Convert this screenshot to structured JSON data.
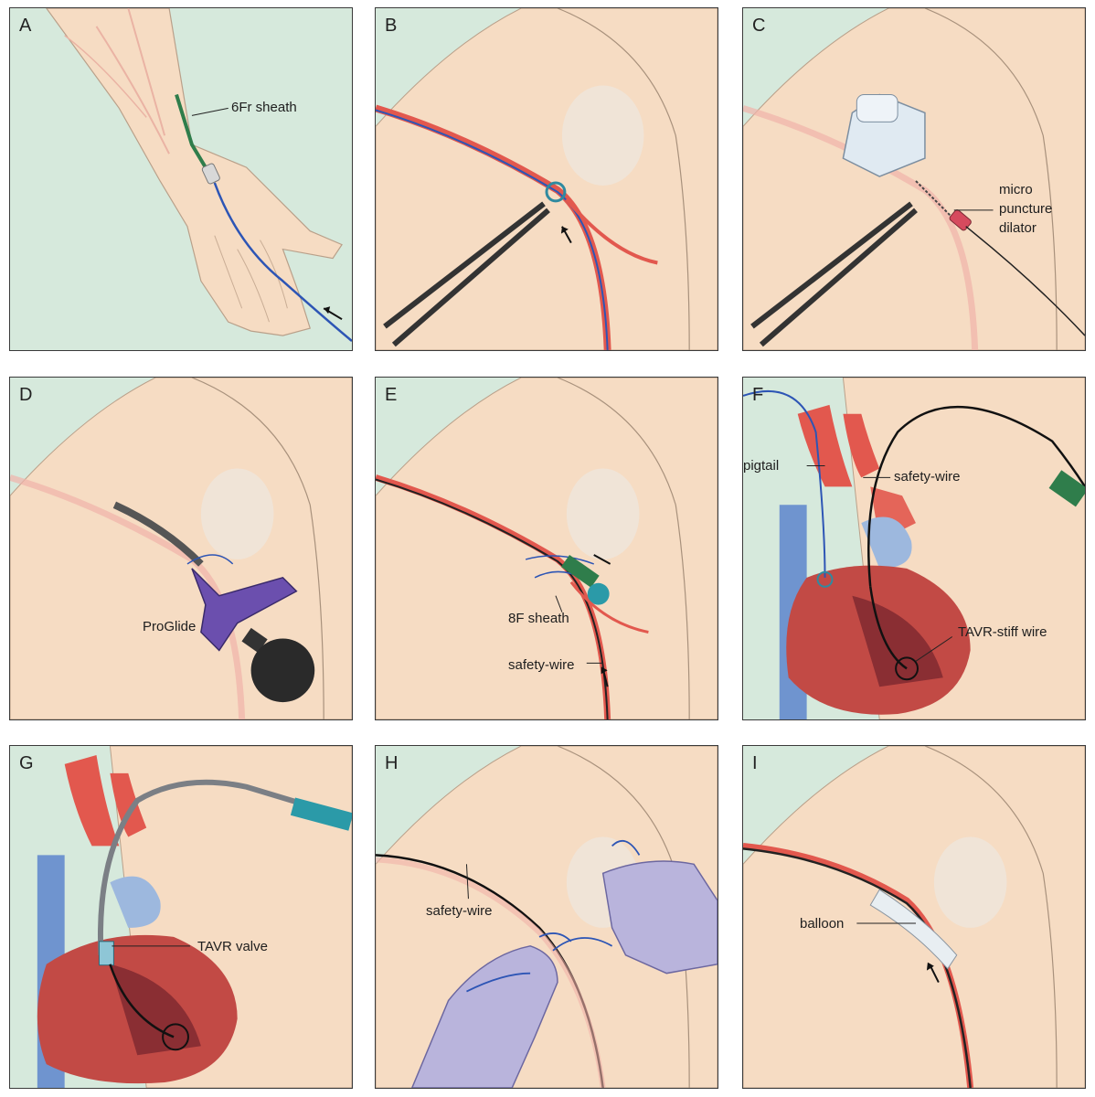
{
  "panels": {
    "A": {
      "letter": "A",
      "labels": [
        "6Fr sheath"
      ]
    },
    "B": {
      "letter": "B",
      "labels": []
    },
    "C": {
      "letter": "C",
      "labels": [
        "micro",
        "puncture",
        "dilator"
      ]
    },
    "D": {
      "letter": "D",
      "labels": [
        "ProGlide"
      ]
    },
    "E": {
      "letter": "E",
      "labels": [
        "8F sheath",
        "safety-wire"
      ]
    },
    "F": {
      "letter": "F",
      "labels": [
        "pigtail",
        "safety-wire",
        "TAVR-stiff wire"
      ]
    },
    "G": {
      "letter": "G",
      "labels": [
        "TAVR valve"
      ]
    },
    "H": {
      "letter": "H",
      "labels": [
        "safety-wire"
      ]
    },
    "I": {
      "letter": "I",
      "labels": [
        "balloon"
      ]
    }
  },
  "colors": {
    "background": "#d6e9dc",
    "skin": "#f6dcc3",
    "artery": "#e2584e",
    "wire_blue": "#2d55b5",
    "glove": "#b9b4dc",
    "proglide": "#6b4fae",
    "sheath_green": "#2f7d4b"
  }
}
